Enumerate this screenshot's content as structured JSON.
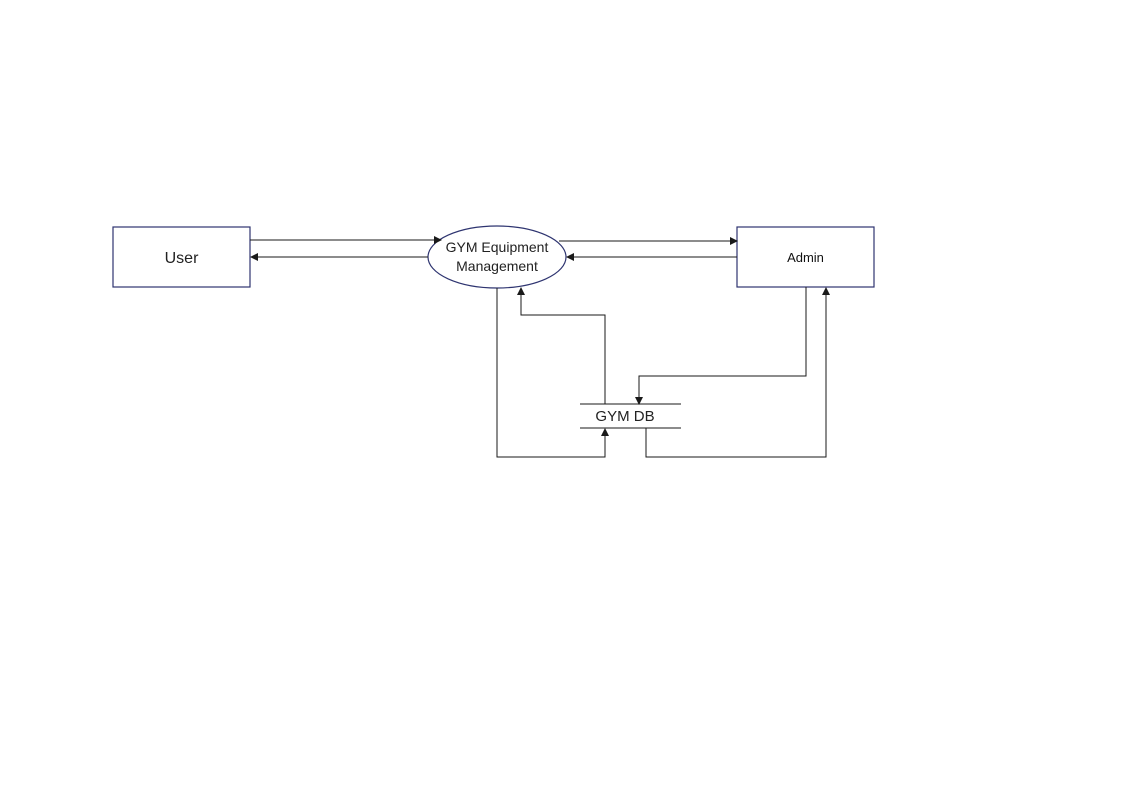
{
  "diagram": {
    "entities": {
      "user": {
        "label": "User"
      },
      "admin": {
        "label": "Admin"
      }
    },
    "process": {
      "label_line1": "GYM Equipment",
      "label_line2": "Management"
    },
    "datastore": {
      "label": "GYM DB"
    },
    "colors": {
      "entity_border": "#2e3470",
      "line": "#1a1a1a",
      "background": "#ffffff"
    }
  }
}
